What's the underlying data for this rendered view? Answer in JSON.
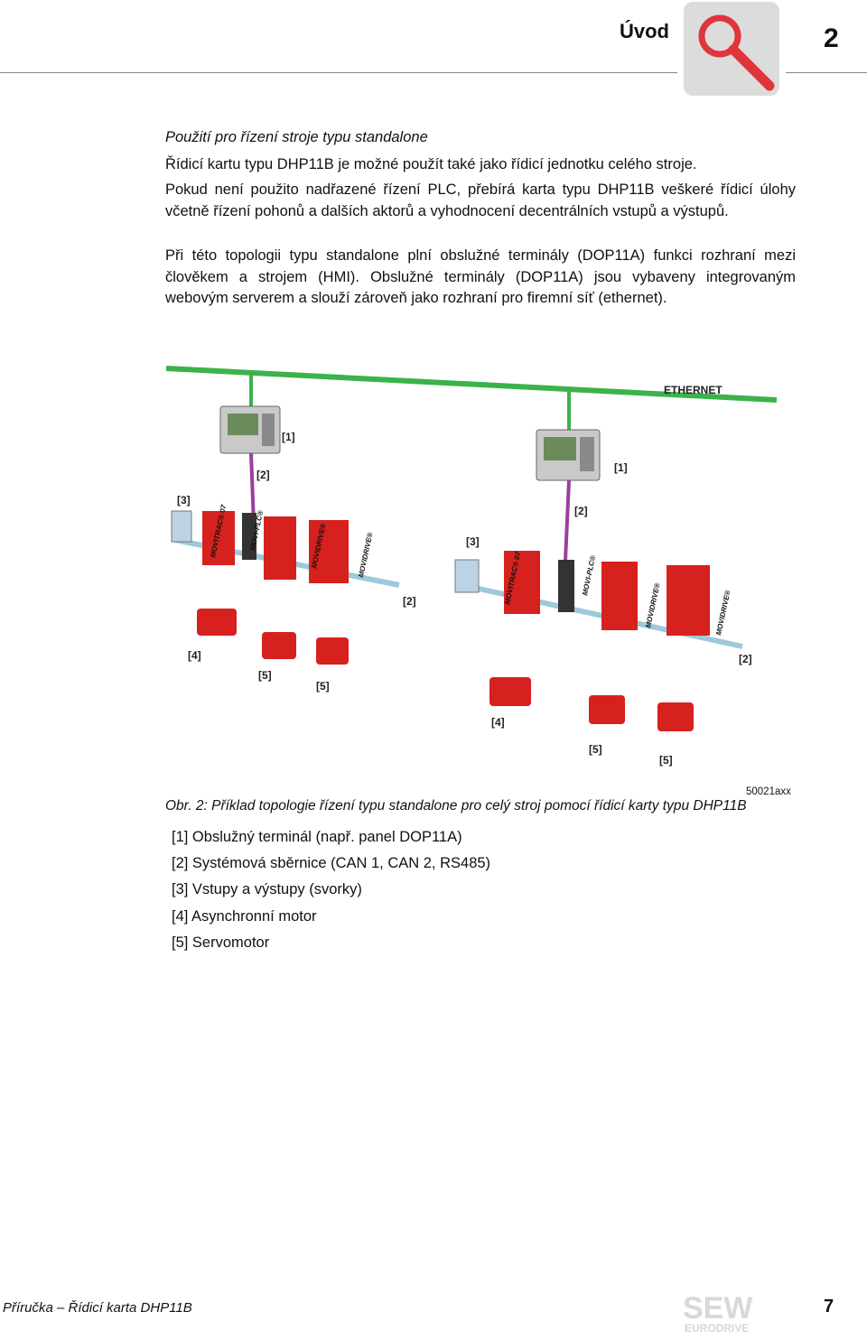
{
  "header": {
    "section": "Úvod",
    "chapter": "2",
    "icon": "magnifier-icon",
    "tile_color": "#dcdcdc",
    "icon_color": "#e0353b"
  },
  "section_heading": "Použití pro řízení stroje typu standalone",
  "paragraphs": [
    "Řídicí kartu typu DHP11B je možné použít také jako řídicí jednotku celého stroje.",
    "Pokud není použito nadřazené řízení PLC, přebírá karta typu DHP11B veškeré řídicí úlohy včetně řízení pohonů a dalších aktorů a vyhodnocení decentrálních vstupů a výstupů.",
    "Při této topologii typu standalone plní obslužné terminály (DOP11A) funkci rozhraní mezi člověkem a strojem (HMI). Obslužné terminály (DOP11A) jsou vybaveny integrovaným webovým serverem a slouží zároveň jako rozhraní pro firemní síť (ethernet)."
  ],
  "figure": {
    "network_label": "ETHERNET",
    "callouts": [
      "[1]",
      "[2]",
      "[3]",
      "[4]",
      "[5]"
    ],
    "device_names": [
      "MOVITRAC® 07",
      "MOVI-PLC®",
      "MOVIDRIVE®",
      "MOVIDRIVE®"
    ],
    "colors": {
      "ethernet": "#3cb24a",
      "bus": "#9ec9dc",
      "device": "#d6211e",
      "hmi": "#6a8c5a"
    },
    "id": "50021axx",
    "caption": "Obr. 2: Příklad topologie řízení typu standalone pro celý stroj pomocí řídicí karty typu DHP11B"
  },
  "legend": [
    "[1] Obslužný terminál (např. panel DOP11A)",
    "[2] Systémová sběrnice (CAN 1, CAN 2, RS485)",
    "[3] Vstupy a výstupy (svorky)",
    "[4] Asynchronní motor",
    "[5] Servomotor"
  ],
  "footer": {
    "text": "Příručka – Řídicí karta DHP11B",
    "logo": "SEW EURODRIVE",
    "logo_icon": "sew-eurodrive-logo",
    "page": "7"
  }
}
